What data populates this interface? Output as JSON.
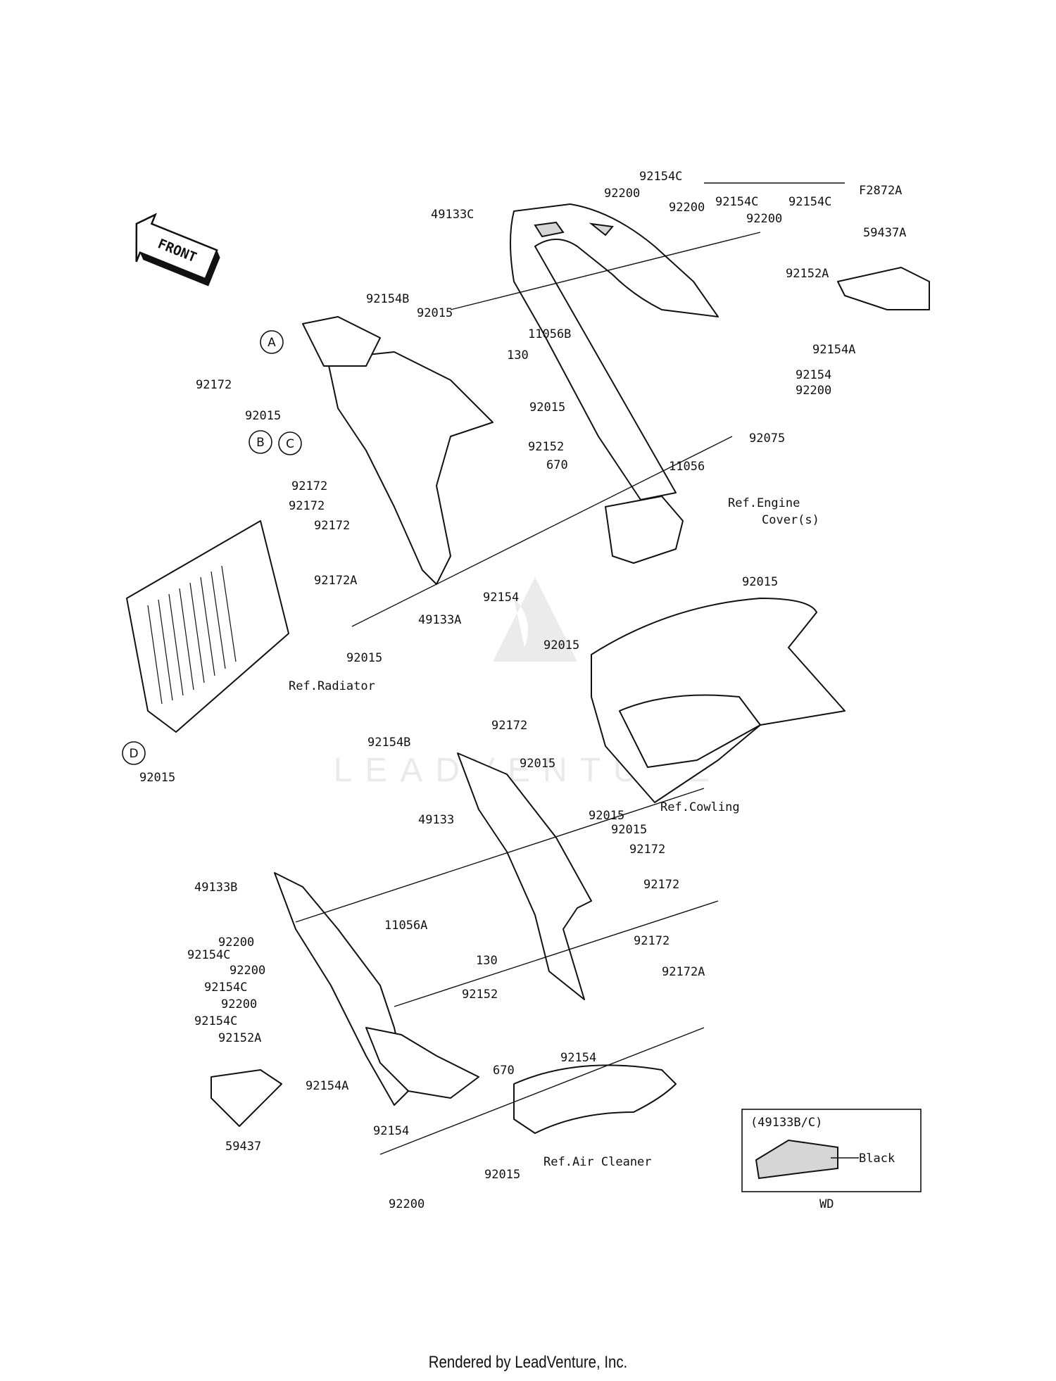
{
  "diagram": {
    "code": "F2872A",
    "front_arrow": "FRONT",
    "watermark": "LEADVENTURE",
    "inset": {
      "title": "(49133B/C)",
      "note": "Black",
      "code": "WD"
    },
    "callouts": [
      "A",
      "B",
      "C",
      "D"
    ],
    "labels": [
      "92154C",
      "92200",
      "49133C",
      "92200",
      "92154C",
      "92200",
      "92154C",
      "59437A",
      "92152A",
      "92154B",
      "92015",
      "11056B",
      "130",
      "92154A",
      "92172",
      "92154",
      "92200",
      "92015",
      "92015",
      "92075",
      "92152",
      "670",
      "11056",
      "Ref.Engine",
      "Cover(s)",
      "92172",
      "92172",
      "92172",
      "92172A",
      "92154",
      "49133A",
      "92015",
      "92015",
      "Ref.Radiator",
      "92015",
      "92015",
      "92172",
      "92154B",
      "92015",
      "Ref.Cowling",
      "49133",
      "92015",
      "92015",
      "92172",
      "49133B",
      "92172",
      "11056A",
      "92200",
      "92154C",
      "130",
      "92172",
      "92200",
      "92154C",
      "92172A",
      "92200",
      "92152",
      "92154C",
      "92152A",
      "670",
      "92154",
      "92154A",
      "59437",
      "92154",
      "92015",
      "Ref.Air Cleaner",
      "92200"
    ]
  },
  "footer": "Rendered by LeadVenture, Inc."
}
